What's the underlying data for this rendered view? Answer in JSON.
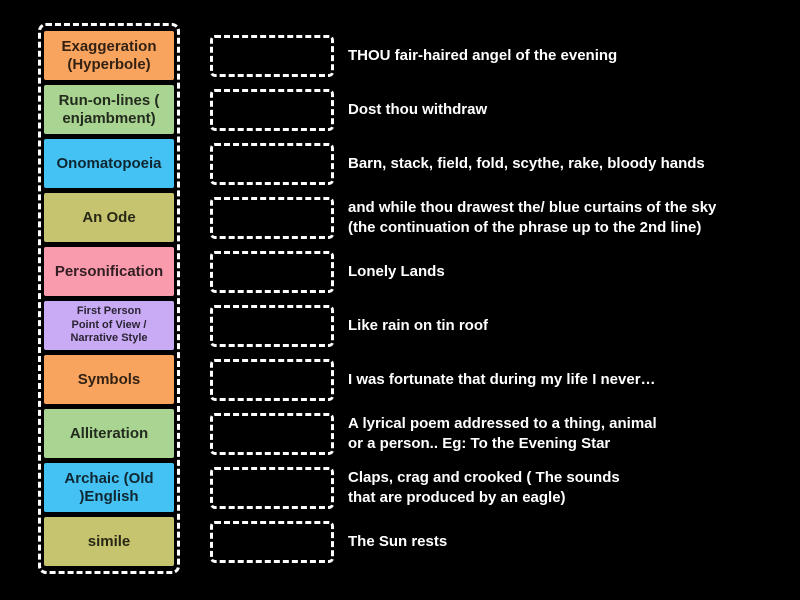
{
  "activity": {
    "kind": "match-up-quiz",
    "background_color": "#000000"
  },
  "colors": {
    "dash_border": "#ffffff",
    "tile_text": "rgba(0,0,0,0.8)",
    "clue_text": "#ffffff"
  },
  "tiles": [
    {
      "label": "Exaggeration\n(Hyperbole)",
      "color": "#F8A45E",
      "small": false
    },
    {
      "label": "Run-on-lines (\nenjambment)",
      "color": "#A9D491",
      "small": false
    },
    {
      "label": "Onomatopoeia",
      "color": "#45C2F4",
      "small": false
    },
    {
      "label": "An Ode",
      "color": "#C6C46E",
      "small": false
    },
    {
      "label": "Personification",
      "color": "#F99BAD",
      "small": false
    },
    {
      "label": "First Person\nPoint of View /\nNarrative Style",
      "color": "#C9AAF4",
      "small": true
    },
    {
      "label": "Symbols",
      "color": "#F8A45E",
      "small": false
    },
    {
      "label": "Alliteration",
      "color": "#A9D491",
      "small": false
    },
    {
      "label": "Archaic (Old\n)English",
      "color": "#45C2F4",
      "small": false
    },
    {
      "label": "simile",
      "color": "#C6C46E",
      "small": false
    }
  ],
  "rows": [
    {
      "clue": "THOU fair-haired angel of the evening"
    },
    {
      "clue": "Dost thou withdraw"
    },
    {
      "clue": "Barn, stack, field, fold, scythe, rake, bloody hands"
    },
    {
      "clue": "and while thou drawest the/ blue curtains of the sky\n(the continuation of the phrase up to the 2nd line)"
    },
    {
      "clue": "Lonely Lands"
    },
    {
      "clue": "Like rain on tin roof"
    },
    {
      "clue": "I was fortunate that during my life I never…"
    },
    {
      "clue": "A lyrical poem addressed to a thing, animal\nor a person.. Eg: To the Evening Star"
    },
    {
      "clue": "Claps, crag and crooked ( The sounds\nthat are produced by an eagle)"
    },
    {
      "clue": "The Sun rests"
    }
  ]
}
